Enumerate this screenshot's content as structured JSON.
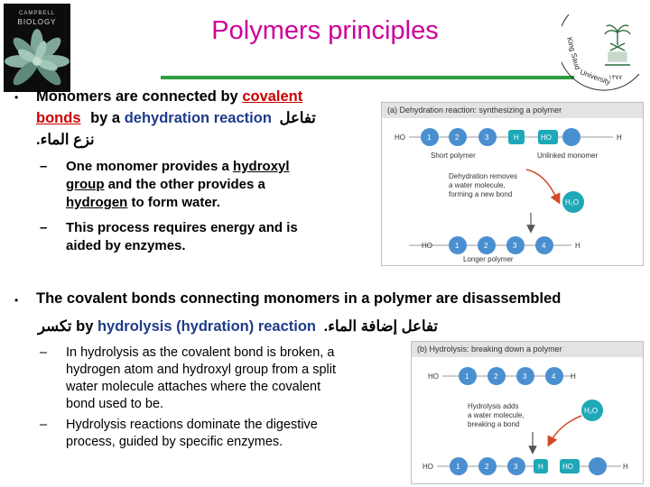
{
  "title": "Polymers principles",
  "bullet1": {
    "marker": "•",
    "pre": "Monomers are connected by ",
    "covalent": "covalent",
    "bonds": "bonds",
    "by_a": "by a ",
    "dehydration": "dehydration reaction",
    "arabic1": "تفاعل",
    "arabic2": "نزع الماء."
  },
  "sub1": {
    "dash": "–",
    "line1_pre": "One monomer provides a ",
    "line1_u": "hydroxyl",
    "line2_u": "group",
    "line2_rest": " and the other provides a",
    "line3_u": "hydrogen",
    "line3_rest": " to form water."
  },
  "sub2": {
    "dash": "–",
    "line1": "This process requires energy and is",
    "line2": "aided by enzymes."
  },
  "bullet2": {
    "marker": "•",
    "line1": "The covalent bonds connecting monomers in a polymer are disassembled",
    "arabic_pre": "تكسر",
    "by": " by ",
    "hydrolysis": "hydrolysis (hydration) reaction",
    "arabic_post": "تفاعل إضافة الماء."
  },
  "sub3": {
    "dash": "–",
    "lines": [
      "In hydrolysis as the covalent bond is broken, a",
      "hydrogen atom and hydroxyl group from a split",
      "water molecule attaches where the covalent",
      "bond used to be."
    ]
  },
  "sub4": {
    "dash": "–",
    "lines": [
      "Hydrolysis reactions dominate the digestive",
      "process, guided by specific enzymes."
    ]
  },
  "figure_a": {
    "header": "(a) Dehydration reaction: synthesizing a polymer",
    "ho": "HO",
    "h": "H",
    "monomers": [
      "1",
      "2",
      "3"
    ],
    "product_monomers": [
      "1",
      "2",
      "3",
      "4"
    ],
    "short_label": "Short polymer",
    "unlinked_label": "Unlinked monomer",
    "note": [
      "Dehydration removes",
      "a water molecule,",
      "forming a new bond"
    ],
    "water": "H₂O",
    "longer_label": "Longer polymer"
  },
  "figure_b": {
    "header": "(b) Hydrolysis: breaking down a polymer",
    "ho": "HO",
    "h": "H",
    "monomers": [
      "1",
      "2",
      "3",
      "4"
    ],
    "product_monomers": [
      "1",
      "2",
      "3"
    ],
    "note": [
      "Hydrolysis adds",
      "a water molecule,",
      "breaking a bond"
    ],
    "water": "H₂O"
  },
  "book": {
    "line1": "CAMPBELL",
    "line2": "BIOLOGY"
  },
  "logo": {
    "text": "King Saud University"
  },
  "colors": {
    "title": "#cc0099",
    "rule": "#2e9e3e",
    "highlight": "#cc0000",
    "term": "#1f3a8a",
    "monomer": "#4a8fd0",
    "hydrogen": "#1ea8b8",
    "arrow": "#d24a2a"
  }
}
